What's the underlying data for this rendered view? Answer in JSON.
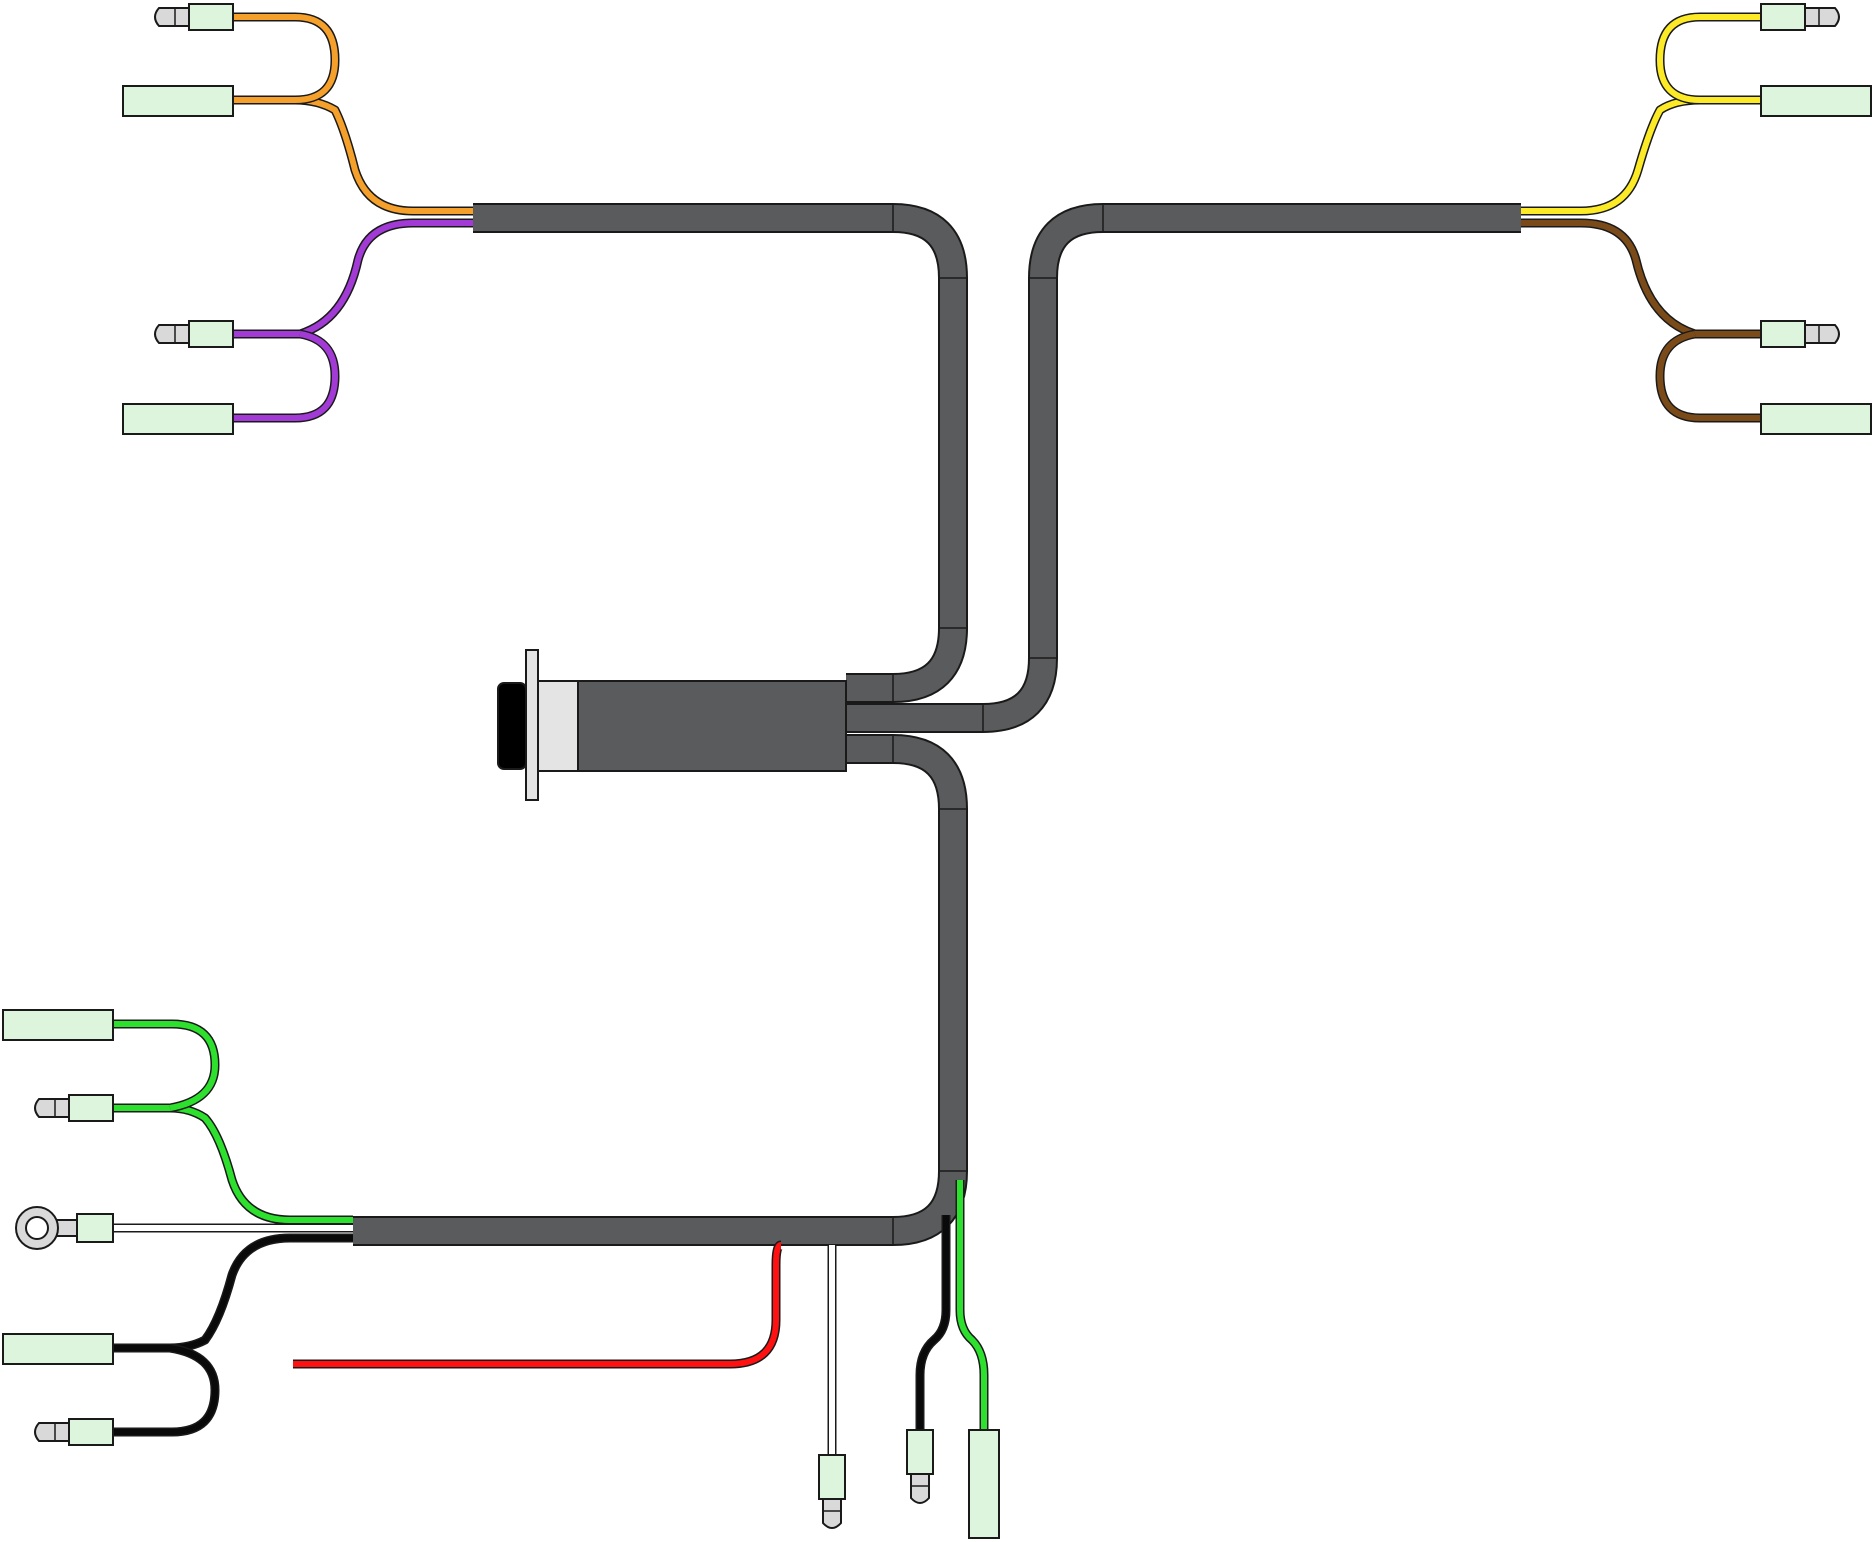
{
  "diagram": {
    "subject": "wiring-harness",
    "colors": {
      "background": "#ffffff",
      "sheath": "#5a5b5c",
      "outline": "#1a1a1a",
      "connector_body": "#dcf5dc",
      "terminal_tip": "#d9d9d9",
      "flange": "#e4e4e4",
      "seal": "#000000"
    },
    "wires": [
      {
        "id": "orange-a",
        "color": "#f5a02a"
      },
      {
        "id": "orange-b",
        "color": "#f5a02a"
      },
      {
        "id": "purple-a",
        "color": "#a23bd6"
      },
      {
        "id": "purple-b",
        "color": "#a23bd6"
      },
      {
        "id": "yellow-a",
        "color": "#fcea27"
      },
      {
        "id": "yellow-b",
        "color": "#fcea27"
      },
      {
        "id": "brown-a",
        "color": "#7a4a18"
      },
      {
        "id": "brown-b",
        "color": "#7a4a18"
      },
      {
        "id": "green-a",
        "color": "#2de02d"
      },
      {
        "id": "green-b",
        "color": "#2de02d"
      },
      {
        "id": "white-ring",
        "color": "#ffffff"
      },
      {
        "id": "black-a",
        "color": "#0a0a0a"
      },
      {
        "id": "black-b",
        "color": "#0a0a0a"
      },
      {
        "id": "red",
        "color": "#ff1111"
      },
      {
        "id": "white-drop",
        "color": "#ffffff"
      },
      {
        "id": "black-drop",
        "color": "#0a0a0a"
      },
      {
        "id": "green-drop",
        "color": "#2de02d"
      }
    ],
    "connector_types": [
      "bullet-terminal",
      "blade-housing",
      "ring-terminal",
      "bulkhead-plug"
    ]
  }
}
